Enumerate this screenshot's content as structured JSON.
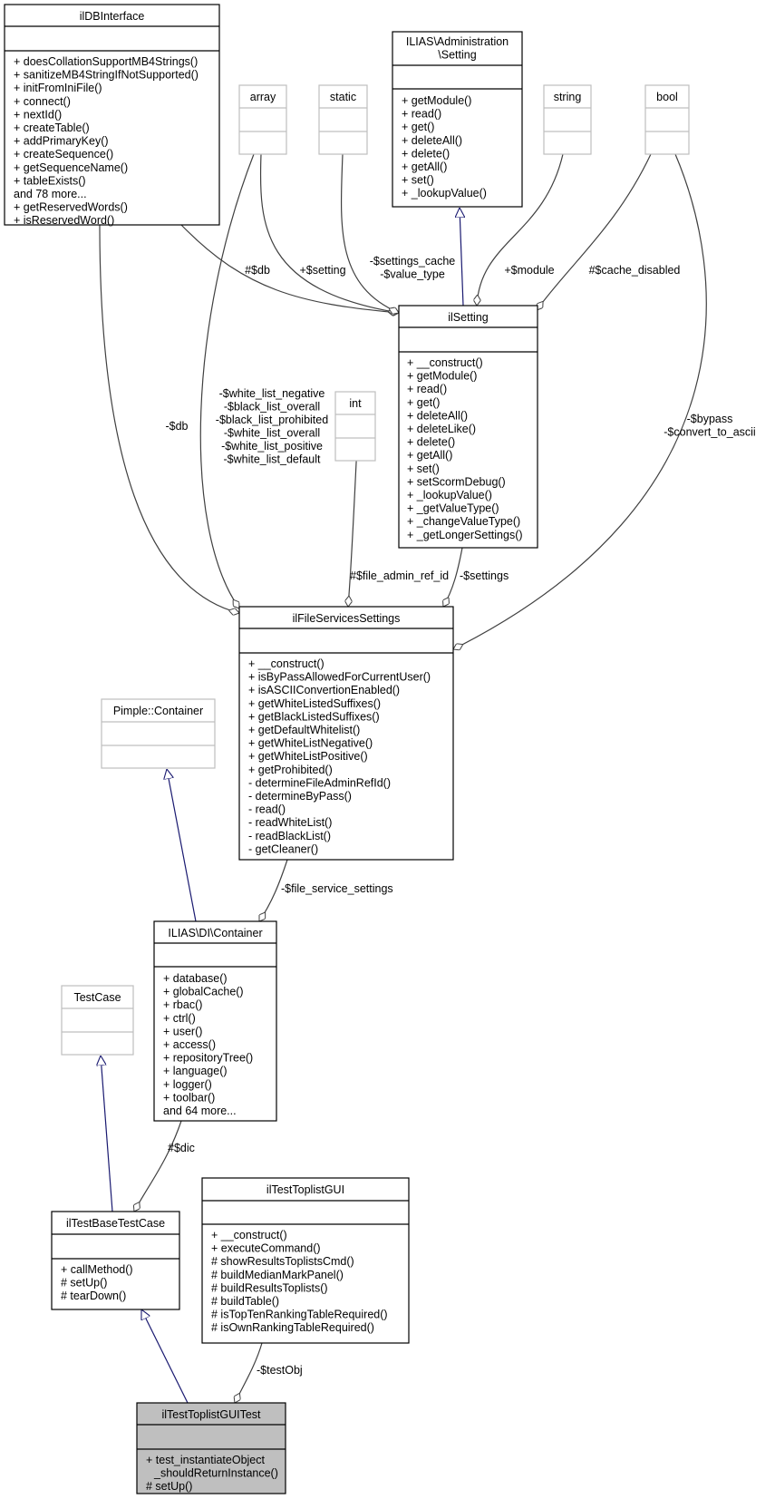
{
  "diagram": {
    "classes": [
      {
        "id": "ilDBInterface",
        "title": [
          "ilDBInterface"
        ],
        "members": [
          "+ doesCollationSupportMB4Strings()",
          "+ sanitizeMB4StringIfNotSupported()",
          "+ initFromIniFile()",
          "+ connect()",
          "+ nextId()",
          "+ createTable()",
          "+ addPrimaryKey()",
          "+ createSequence()",
          "+ getSequenceName()",
          "+ tableExists()",
          "and 78 more...",
          "+ getReservedWords()",
          "+ isReservedWord()"
        ]
      },
      {
        "id": "array",
        "title": [
          "array"
        ],
        "members": []
      },
      {
        "id": "static",
        "title": [
          "static"
        ],
        "members": []
      },
      {
        "id": "AdminSetting",
        "title": [
          "ILIAS\\Administration",
          "\\Setting"
        ],
        "members": [
          "+ getModule()",
          "+ read()",
          "+ get()",
          "+ deleteAll()",
          "+ delete()",
          "+ getAll()",
          "+ set()",
          "+ _lookupValue()"
        ]
      },
      {
        "id": "string",
        "title": [
          "string"
        ],
        "members": []
      },
      {
        "id": "bool",
        "title": [
          "bool"
        ],
        "members": []
      },
      {
        "id": "ilSetting",
        "title": [
          "ilSetting"
        ],
        "members": [
          "+ __construct()",
          "+ getModule()",
          "+ read()",
          "+ get()",
          "+ deleteAll()",
          "+ deleteLike()",
          "+ delete()",
          "+ getAll()",
          "+ set()",
          "+ setScormDebug()",
          "+ _lookupValue()",
          "+ _getValueType()",
          "+ _changeValueType()",
          "+ _getLongerSettings()"
        ]
      },
      {
        "id": "int",
        "title": [
          "int"
        ],
        "members": []
      },
      {
        "id": "ilFileServicesSettings",
        "title": [
          "ilFileServicesSettings"
        ],
        "members": [
          "+ __construct()",
          "+ isByPassAllowedForCurrentUser()",
          "+ isASCIIConvertionEnabled()",
          "+ getWhiteListedSuffixes()",
          "+ getBlackListedSuffixes()",
          "+ getDefaultWhitelist()",
          "+ getWhiteListNegative()",
          "+ getWhiteListPositive()",
          "+ getProhibited()",
          "- determineFileAdminRefId()",
          "- determineByPass()",
          "- read()",
          "- readWhiteList()",
          "- readBlackList()",
          "- getCleaner()"
        ]
      },
      {
        "id": "PimpleContainer",
        "title": [
          "Pimple::Container"
        ],
        "members": []
      },
      {
        "id": "DIContainer",
        "title": [
          "ILIAS\\DI\\Container"
        ],
        "members": [
          "+ database()",
          "+ globalCache()",
          "+ rbac()",
          "+ ctrl()",
          "+ user()",
          "+ access()",
          "+ repositoryTree()",
          "+ language()",
          "+ logger()",
          "+ toolbar()",
          "and 64 more..."
        ]
      },
      {
        "id": "TestCase",
        "title": [
          "TestCase"
        ],
        "members": []
      },
      {
        "id": "ilTestBaseTestCase",
        "title": [
          "ilTestBaseTestCase"
        ],
        "members": [
          "+ callMethod()",
          "# setUp()",
          "# tearDown()"
        ]
      },
      {
        "id": "ilTestToplistGUI",
        "title": [
          "ilTestToplistGUI"
        ],
        "members": [
          "+ __construct()",
          "+ executeCommand()",
          "# showResultsToplistsCmd()",
          "# buildMedianMarkPanel()",
          "# buildResultsToplists()",
          "# buildTable()",
          "# isTopTenRankingTableRequired()",
          "# isOwnRankingTableRequired()"
        ]
      },
      {
        "id": "ilTestToplistGUITest",
        "title": [
          "ilTestToplistGUITest"
        ],
        "members": [
          "+ test_instantiateObject",
          "_shouldReturnInstance()",
          "# setUp()"
        ]
      }
    ],
    "edge_labels": [
      {
        "id": "db_setting",
        "lines": [
          "#$db"
        ]
      },
      {
        "id": "setting",
        "lines": [
          "+$setting"
        ]
      },
      {
        "id": "settings_cache",
        "lines": [
          "-$settings_cache",
          "-$value_type"
        ]
      },
      {
        "id": "module",
        "lines": [
          "+$module"
        ]
      },
      {
        "id": "cache_disabled",
        "lines": [
          "#$cache_disabled"
        ]
      },
      {
        "id": "white_lists",
        "lines": [
          "-$white_list_negative",
          "-$black_list_overall",
          "-$black_list_prohibited",
          "-$white_list_overall",
          "-$white_list_positive",
          "-$white_list_default"
        ]
      },
      {
        "id": "db_fss",
        "lines": [
          "-$db"
        ]
      },
      {
        "id": "bypass",
        "lines": [
          "-$bypass",
          "-$convert_to_ascii"
        ]
      },
      {
        "id": "file_admin",
        "lines": [
          "#$file_admin_ref_id"
        ]
      },
      {
        "id": "settings",
        "lines": [
          "-$settings"
        ]
      },
      {
        "id": "file_service",
        "lines": [
          "-$file_service_settings"
        ]
      },
      {
        "id": "dic",
        "lines": [
          "#$dic"
        ]
      },
      {
        "id": "testobj",
        "lines": [
          "-$testObj"
        ]
      }
    ]
  }
}
